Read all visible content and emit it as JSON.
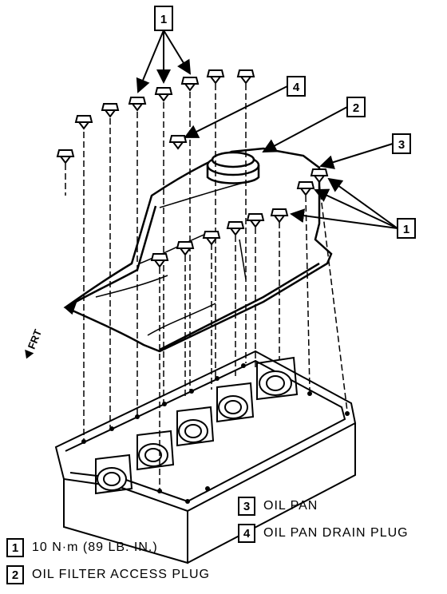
{
  "callouts": {
    "c1_top": "1",
    "c4": "4",
    "c2": "2",
    "c3": "3",
    "c1_right": "1"
  },
  "direction_label": "FRT",
  "legend": [
    {
      "number": "1",
      "text": "10 N·m (89 LB. IN.)"
    },
    {
      "number": "2",
      "text": "OIL FILTER ACCESS PLUG"
    },
    {
      "number": "3",
      "text": "OIL PAN"
    },
    {
      "number": "4",
      "text": "OIL PAN DRAIN PLUG"
    }
  ],
  "colors": {
    "line": "#000000",
    "background": "#ffffff"
  }
}
